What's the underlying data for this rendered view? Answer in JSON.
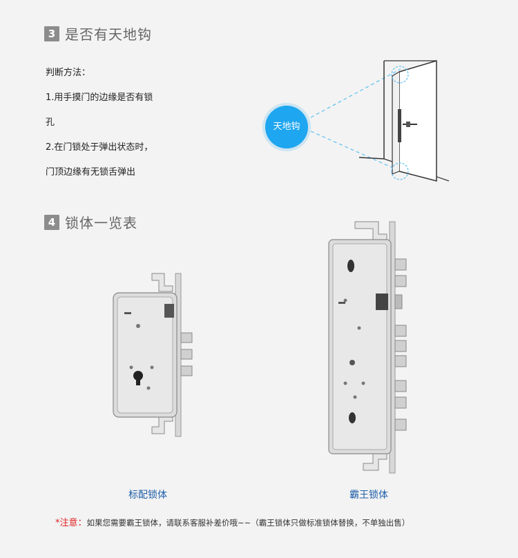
{
  "section3": {
    "num": "3",
    "title": "是否有天地钩"
  },
  "method": {
    "lines": [
      "判断方法：",
      "1.用手摸门的边缘是否有锁",
      "孔",
      "2.在门锁处于弹出状态时，",
      "门顶边缘有无锁舌弹出"
    ]
  },
  "badge": "天地钩",
  "section4": {
    "num": "4",
    "title": "锁体一览表"
  },
  "captions": {
    "standard": "标配锁体",
    "overlord": "霸王锁体"
  },
  "note": {
    "label": "*注意：",
    "text": "如果您需要霸王锁体，请联系客服补差价哦~~（霸王锁体只做标准锁体替换，不单独出售）"
  },
  "colors": {
    "accent": "#1fa6f0",
    "caption": "#1e5ea8",
    "warning": "#e02020"
  }
}
